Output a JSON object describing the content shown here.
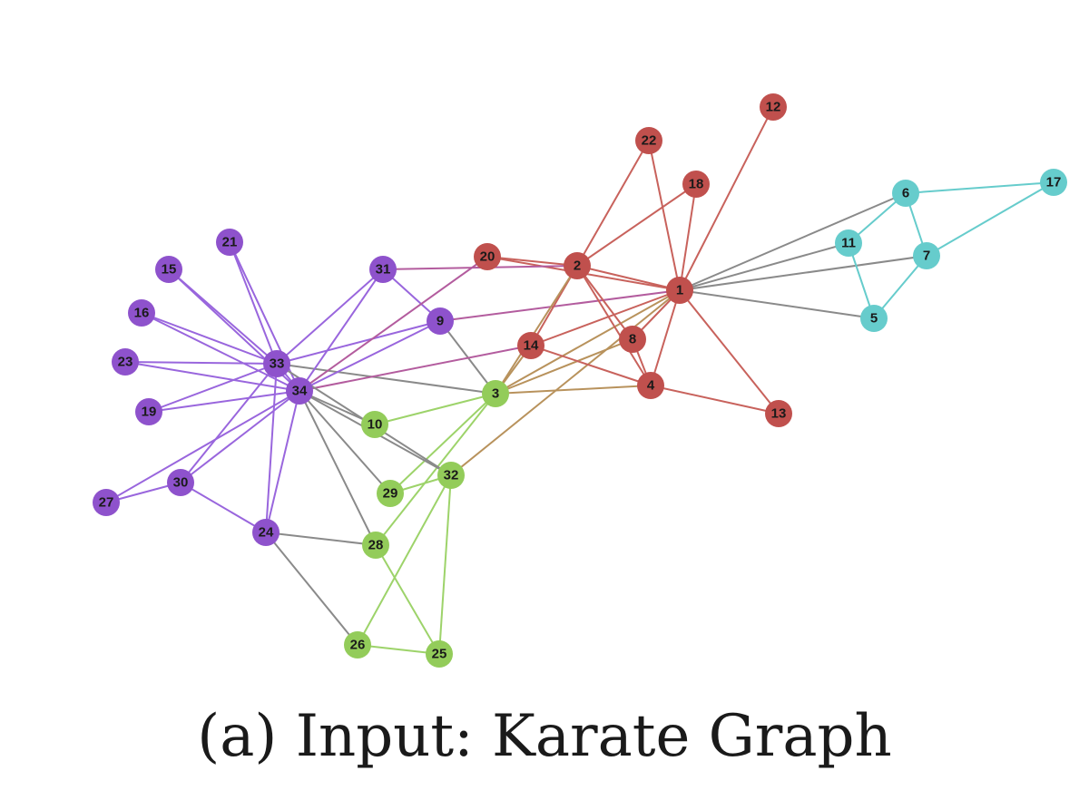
{
  "caption": "(a) Input: Karate Graph",
  "colors": {
    "red": "#c0504d",
    "purple": "#8e52cc",
    "green": "#93cc5a",
    "cyan": "#66cccc",
    "cross": "#8a8a8a",
    "edge_red": "#c8625c",
    "edge_purple": "#9966dd",
    "edge_green": "#9dd36a",
    "edge_cyan": "#66cccc",
    "edge_red_purple": "#b35c9e",
    "edge_red_green": "#b8925c"
  },
  "nodes": [
    {
      "id": "1",
      "group": "red"
    },
    {
      "id": "2",
      "group": "red"
    },
    {
      "id": "3",
      "group": "green"
    },
    {
      "id": "4",
      "group": "red"
    },
    {
      "id": "5",
      "group": "cyan"
    },
    {
      "id": "6",
      "group": "cyan"
    },
    {
      "id": "7",
      "group": "cyan"
    },
    {
      "id": "8",
      "group": "red"
    },
    {
      "id": "9",
      "group": "purple"
    },
    {
      "id": "10",
      "group": "green"
    },
    {
      "id": "11",
      "group": "cyan"
    },
    {
      "id": "12",
      "group": "red"
    },
    {
      "id": "13",
      "group": "red"
    },
    {
      "id": "14",
      "group": "red"
    },
    {
      "id": "15",
      "group": "purple"
    },
    {
      "id": "16",
      "group": "purple"
    },
    {
      "id": "17",
      "group": "cyan"
    },
    {
      "id": "18",
      "group": "red"
    },
    {
      "id": "19",
      "group": "purple"
    },
    {
      "id": "20",
      "group": "red"
    },
    {
      "id": "21",
      "group": "purple"
    },
    {
      "id": "22",
      "group": "red"
    },
    {
      "id": "23",
      "group": "purple"
    },
    {
      "id": "24",
      "group": "purple"
    },
    {
      "id": "25",
      "group": "green"
    },
    {
      "id": "26",
      "group": "green"
    },
    {
      "id": "27",
      "group": "purple"
    },
    {
      "id": "28",
      "group": "green"
    },
    {
      "id": "29",
      "group": "green"
    },
    {
      "id": "30",
      "group": "purple"
    },
    {
      "id": "31",
      "group": "purple"
    },
    {
      "id": "32",
      "group": "green"
    },
    {
      "id": "33",
      "group": "purple"
    },
    {
      "id": "34",
      "group": "purple"
    }
  ],
  "edges": [
    [
      "1",
      "12"
    ],
    [
      "1",
      "22"
    ],
    [
      "1",
      "18"
    ],
    [
      "1",
      "2"
    ],
    [
      "1",
      "4"
    ],
    [
      "1",
      "8"
    ],
    [
      "1",
      "13"
    ],
    [
      "1",
      "14"
    ],
    [
      "1",
      "20"
    ],
    [
      "1",
      "6"
    ],
    [
      "1",
      "11"
    ],
    [
      "1",
      "7"
    ],
    [
      "1",
      "5"
    ],
    [
      "1",
      "9"
    ],
    [
      "1",
      "3"
    ],
    [
      "1",
      "32"
    ],
    [
      "2",
      "22"
    ],
    [
      "2",
      "18"
    ],
    [
      "2",
      "20"
    ],
    [
      "2",
      "8"
    ],
    [
      "2",
      "4"
    ],
    [
      "2",
      "14"
    ],
    [
      "2",
      "31"
    ],
    [
      "2",
      "3"
    ],
    [
      "3",
      "4"
    ],
    [
      "3",
      "8"
    ],
    [
      "3",
      "14"
    ],
    [
      "3",
      "9"
    ],
    [
      "3",
      "33"
    ],
    [
      "3",
      "10"
    ],
    [
      "3",
      "29"
    ],
    [
      "3",
      "28"
    ],
    [
      "4",
      "8"
    ],
    [
      "4",
      "13"
    ],
    [
      "4",
      "14"
    ],
    [
      "6",
      "11"
    ],
    [
      "6",
      "17"
    ],
    [
      "6",
      "7"
    ],
    [
      "7",
      "17"
    ],
    [
      "7",
      "5"
    ],
    [
      "11",
      "5"
    ],
    [
      "9",
      "31"
    ],
    [
      "9",
      "33"
    ],
    [
      "9",
      "34"
    ],
    [
      "14",
      "34"
    ],
    [
      "20",
      "34"
    ],
    [
      "31",
      "33"
    ],
    [
      "31",
      "34"
    ],
    [
      "34",
      "15"
    ],
    [
      "34",
      "16"
    ],
    [
      "34",
      "19"
    ],
    [
      "34",
      "21"
    ],
    [
      "34",
      "23"
    ],
    [
      "34",
      "27"
    ],
    [
      "34",
      "24"
    ],
    [
      "34",
      "30"
    ],
    [
      "34",
      "33"
    ],
    [
      "33",
      "15"
    ],
    [
      "33",
      "16"
    ],
    [
      "33",
      "19"
    ],
    [
      "33",
      "21"
    ],
    [
      "33",
      "23"
    ],
    [
      "33",
      "24"
    ],
    [
      "33",
      "30"
    ],
    [
      "34",
      "10"
    ],
    [
      "34",
      "29"
    ],
    [
      "34",
      "28"
    ],
    [
      "34",
      "32"
    ],
    [
      "33",
      "32"
    ],
    [
      "27",
      "30"
    ],
    [
      "24",
      "30"
    ],
    [
      "24",
      "28"
    ],
    [
      "24",
      "26"
    ],
    [
      "32",
      "29"
    ],
    [
      "32",
      "26"
    ],
    [
      "32",
      "25"
    ],
    [
      "28",
      "25"
    ],
    [
      "26",
      "25"
    ]
  ]
}
